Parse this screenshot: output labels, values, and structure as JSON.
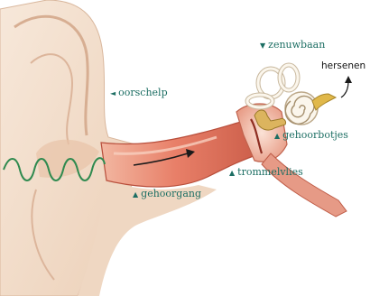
{
  "labels": {
    "zenuwbaan": "zenuwbaan",
    "hersenen": "hersenen",
    "oorschelp": "oorschelp",
    "gehoorbotjes": "gehoorbotjes",
    "trommelvlies": "trommelvlies",
    "gehoorgang": "gehoorgang"
  },
  "markers": {
    "left": "◄",
    "up": "▲",
    "down": "▼"
  },
  "colors": {
    "skin": "#f3e0cf",
    "skin_shade": "#e3bfa3",
    "canal": "#e87f68",
    "canal_dark": "#c55644",
    "wave": "#2f8a4f",
    "label": "#1c6e63",
    "cochlea": "#fbf6ec",
    "ossicles": "#d9b35a"
  },
  "icons": [
    "sound-wave",
    "direction-arrow",
    "nerve-arrow"
  ]
}
